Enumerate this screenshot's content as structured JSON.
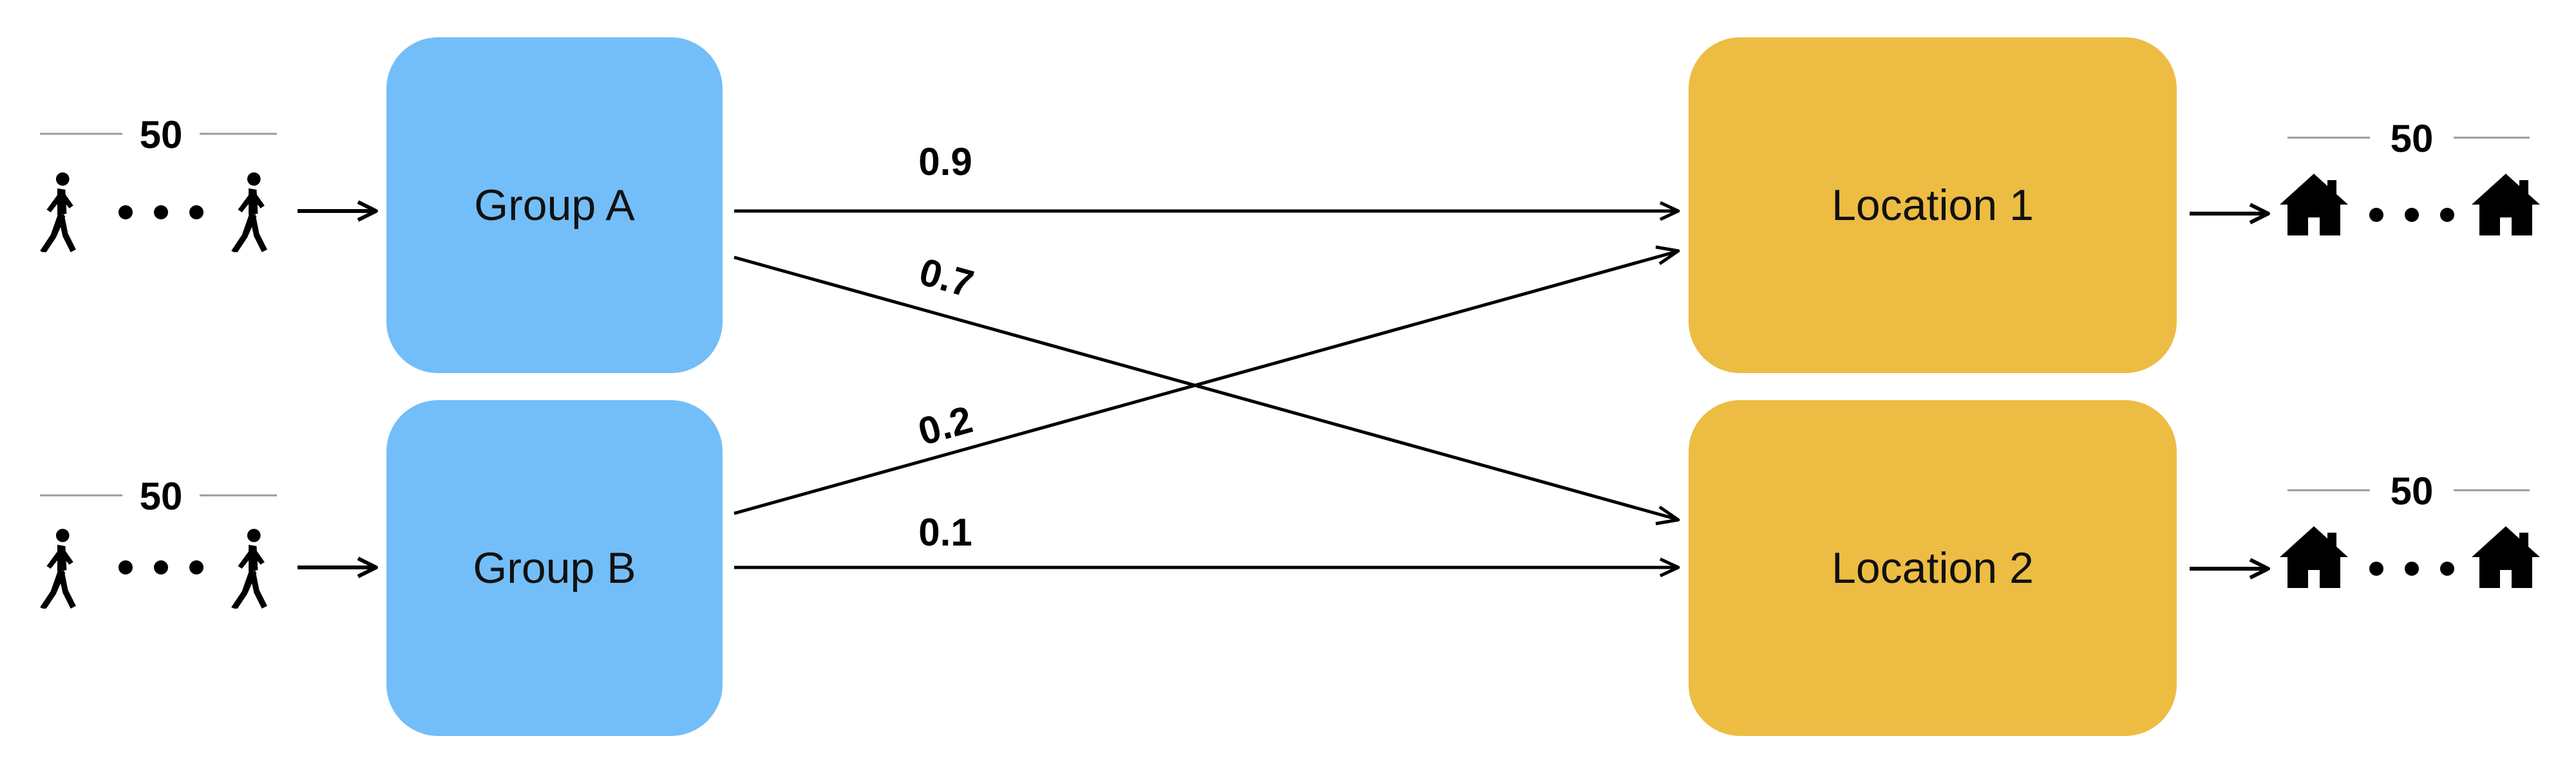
{
  "groups": [
    {
      "label": "Group A",
      "population": "50",
      "color": "#73BEF8"
    },
    {
      "label": "Group B",
      "population": "50",
      "color": "#73BEF8"
    }
  ],
  "locations": [
    {
      "label": "Location 1",
      "capacity": "50",
      "color": "#EDBC42"
    },
    {
      "label": "Location 2",
      "capacity": "50",
      "color": "#EDBC42"
    }
  ],
  "edges": [
    {
      "from": "Group A",
      "to": "Location 1",
      "label": "0.9"
    },
    {
      "from": "Group A",
      "to": "Location 2",
      "label": "0.7"
    },
    {
      "from": "Group B",
      "to": "Location 1",
      "label": "0.2"
    },
    {
      "from": "Group B",
      "to": "Location 2",
      "label": "0.1"
    }
  ],
  "icons": {
    "person": "walking-person-icon",
    "house": "house-icon",
    "ellipsis": "ellipsis-dots"
  }
}
